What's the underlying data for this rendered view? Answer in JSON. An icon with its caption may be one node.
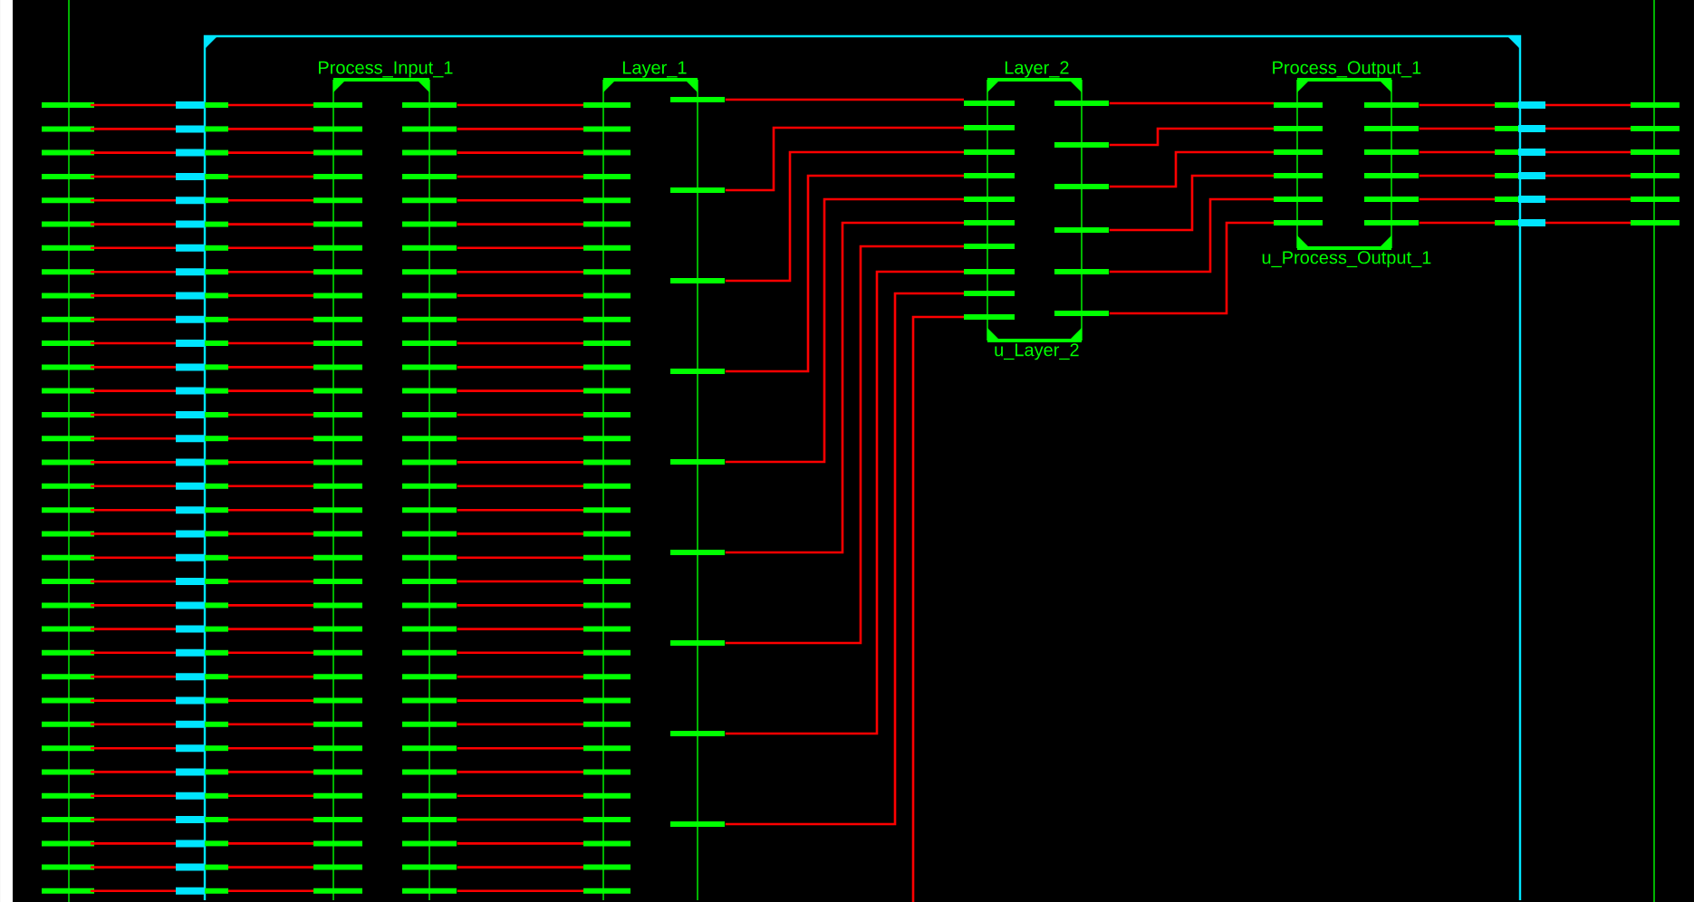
{
  "diagram": {
    "nodes": [
      {
        "text": [],
        "shape": "box"
      },
      {
        "text": [
          "Process_Input_1"
        ],
        "in": 0
      },
      {
        "text": [
          "Layer_1"
        ],
        "in": 0
      },
      {
        "text": [
          "Layer_2",
          "u_Layer_2"
        ],
        "in": 0
      },
      {
        "text": [
          "Process_Output_1",
          "u_Process_Output_1"
        ],
        "in": 0
      }
    ],
    "edges": [
      {
        "from": 0,
        "to": 1,
        "arrow": "none"
      },
      {
        "from": 0,
        "to": 1,
        "arrow": "none"
      },
      {
        "from": 0,
        "to": 1,
        "arrow": "none"
      },
      {
        "from": 0,
        "to": 1,
        "arrow": "none"
      },
      {
        "from": 0,
        "to": 1,
        "arrow": "none"
      },
      {
        "from": 0,
        "to": 1,
        "arrow": "none"
      },
      {
        "from": 0,
        "to": 1,
        "arrow": "none"
      },
      {
        "from": 0,
        "to": 1,
        "arrow": "none"
      },
      {
        "from": 0,
        "to": 1,
        "arrow": "none"
      },
      {
        "from": 0,
        "to": 1,
        "arrow": "none"
      },
      {
        "from": 0,
        "to": 1,
        "arrow": "none"
      },
      {
        "from": 0,
        "to": 1,
        "arrow": "none"
      },
      {
        "from": 0,
        "to": 1,
        "arrow": "none"
      },
      {
        "from": 0,
        "to": 1,
        "arrow": "none"
      },
      {
        "from": 0,
        "to": 1,
        "arrow": "none"
      },
      {
        "from": 0,
        "to": 1,
        "arrow": "none"
      },
      {
        "from": 0,
        "to": 1,
        "arrow": "none"
      },
      {
        "from": 0,
        "to": 1,
        "arrow": "none"
      },
      {
        "from": 0,
        "to": 1,
        "arrow": "none"
      },
      {
        "from": 0,
        "to": 1,
        "arrow": "none"
      },
      {
        "from": 0,
        "to": 1,
        "arrow": "none"
      },
      {
        "from": 0,
        "to": 1,
        "arrow": "none"
      },
      {
        "from": 0,
        "to": 1,
        "arrow": "none"
      },
      {
        "from": 0,
        "to": 1,
        "arrow": "none"
      },
      {
        "from": 0,
        "to": 1,
        "arrow": "none"
      },
      {
        "from": 0,
        "to": 1,
        "arrow": "none"
      },
      {
        "from": 0,
        "to": 1,
        "arrow": "none"
      },
      {
        "from": 0,
        "to": 1,
        "arrow": "none"
      },
      {
        "from": 0,
        "to": 1,
        "arrow": "none"
      },
      {
        "from": 0,
        "to": 1,
        "arrow": "none"
      },
      {
        "from": 0,
        "to": 1,
        "arrow": "none"
      },
      {
        "from": 0,
        "to": 1,
        "arrow": "none"
      },
      {
        "from": 0,
        "to": 1,
        "arrow": "none"
      },
      {
        "from": 0,
        "to": 1,
        "arrow": "none"
      },
      {
        "from": 1,
        "to": 2,
        "arrow": "none"
      },
      {
        "from": 1,
        "to": 2,
        "arrow": "none"
      },
      {
        "from": 1,
        "to": 2,
        "arrow": "none"
      },
      {
        "from": 1,
        "to": 2,
        "arrow": "none"
      },
      {
        "from": 1,
        "to": 2,
        "arrow": "none"
      },
      {
        "from": 1,
        "to": 2,
        "arrow": "none"
      },
      {
        "from": 1,
        "to": 2,
        "arrow": "none"
      },
      {
        "from": 1,
        "to": 2,
        "arrow": "none"
      },
      {
        "from": 1,
        "to": 2,
        "arrow": "none"
      },
      {
        "from": 1,
        "to": 2,
        "arrow": "none"
      },
      {
        "from": 1,
        "to": 2,
        "arrow": "none"
      },
      {
        "from": 1,
        "to": 2,
        "arrow": "none"
      },
      {
        "from": 1,
        "to": 2,
        "arrow": "none"
      },
      {
        "from": 1,
        "to": 2,
        "arrow": "none"
      },
      {
        "from": 1,
        "to": 2,
        "arrow": "none"
      },
      {
        "from": 1,
        "to": 2,
        "arrow": "none"
      },
      {
        "from": 1,
        "to": 2,
        "arrow": "none"
      },
      {
        "from": 1,
        "to": 2,
        "arrow": "none"
      },
      {
        "from": 1,
        "to": 2,
        "arrow": "none"
      },
      {
        "from": 1,
        "to": 2,
        "arrow": "none"
      },
      {
        "from": 1,
        "to": 2,
        "arrow": "none"
      },
      {
        "from": 1,
        "to": 2,
        "arrow": "none"
      },
      {
        "from": 1,
        "to": 2,
        "arrow": "none"
      },
      {
        "from": 1,
        "to": 2,
        "arrow": "none"
      },
      {
        "from": 1,
        "to": 2,
        "arrow": "none"
      },
      {
        "from": 1,
        "to": 2,
        "arrow": "none"
      },
      {
        "from": 1,
        "to": 2,
        "arrow": "none"
      },
      {
        "from": 1,
        "to": 2,
        "arrow": "none"
      },
      {
        "from": 1,
        "to": 2,
        "arrow": "none"
      },
      {
        "from": 1,
        "to": 2,
        "arrow": "none"
      },
      {
        "from": 1,
        "to": 2,
        "arrow": "none"
      },
      {
        "from": 1,
        "to": 2,
        "arrow": "none"
      },
      {
        "from": 1,
        "to": 2,
        "arrow": "none"
      },
      {
        "from": 1,
        "to": 2,
        "arrow": "none"
      },
      {
        "from": 2,
        "to": 3,
        "arrow": "none"
      },
      {
        "from": 2,
        "to": 3,
        "arrow": "none"
      },
      {
        "from": 2,
        "to": 3,
        "arrow": "none"
      },
      {
        "from": 2,
        "to": 3,
        "arrow": "none"
      },
      {
        "from": 2,
        "to": 3,
        "arrow": "none"
      },
      {
        "from": 2,
        "to": 3,
        "arrow": "none"
      },
      {
        "from": 2,
        "to": 3,
        "arrow": "none"
      },
      {
        "from": 2,
        "to": 3,
        "arrow": "none"
      },
      {
        "from": 2,
        "to": 3,
        "arrow": "none"
      },
      {
        "from": 2,
        "to": 3,
        "arrow": "none"
      },
      {
        "from": 3,
        "to": 4,
        "arrow": "none"
      },
      {
        "from": 3,
        "to": 4,
        "arrow": "none"
      },
      {
        "from": 3,
        "to": 4,
        "arrow": "none"
      },
      {
        "from": 3,
        "to": 4,
        "arrow": "none"
      },
      {
        "from": 3,
        "to": 4,
        "arrow": "none"
      },
      {
        "from": 3,
        "to": 4,
        "arrow": "none"
      },
      {
        "from": 4,
        "to": 0,
        "arrow": "none"
      },
      {
        "from": 4,
        "to": 0,
        "arrow": "none"
      },
      {
        "from": 4,
        "to": 0,
        "arrow": "none"
      },
      {
        "from": 4,
        "to": 0,
        "arrow": "none"
      },
      {
        "from": 4,
        "to": 0,
        "arrow": "none"
      },
      {
        "from": 4,
        "to": 0,
        "arrow": "none"
      }
    ]
  }
}
